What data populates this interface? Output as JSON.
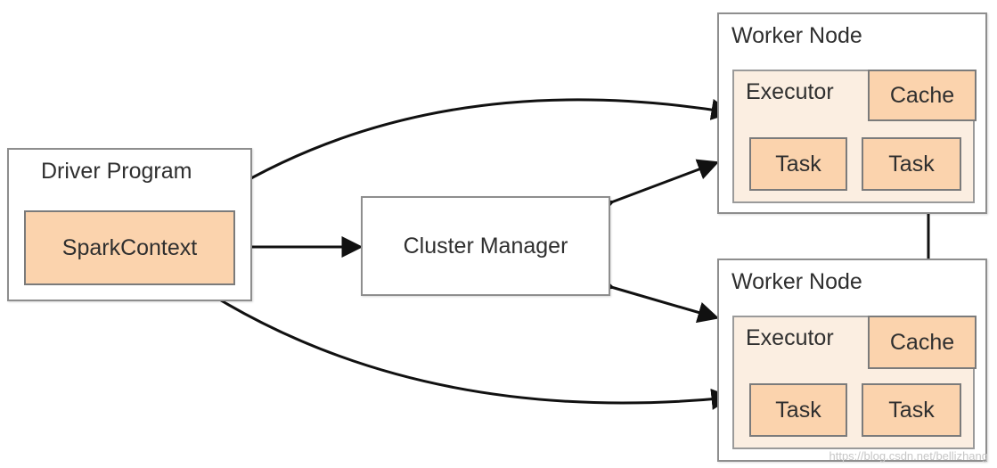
{
  "driver": {
    "title": "Driver Program",
    "spark_context": "SparkContext"
  },
  "cluster_manager": {
    "label": "Cluster Manager"
  },
  "worker_nodes": [
    {
      "title": "Worker Node",
      "executor": "Executor",
      "cache": "Cache",
      "tasks": [
        "Task",
        "Task"
      ]
    },
    {
      "title": "Worker Node",
      "executor": "Executor",
      "cache": "Cache",
      "tasks": [
        "Task",
        "Task"
      ]
    }
  ],
  "watermark": "https://blog.csdn.net/bellizhang",
  "colors": {
    "orange_fill": "#fbd3ad",
    "executor_fill": "#fbeee1",
    "border": "#8e8e8e",
    "arrow": "#111111"
  }
}
